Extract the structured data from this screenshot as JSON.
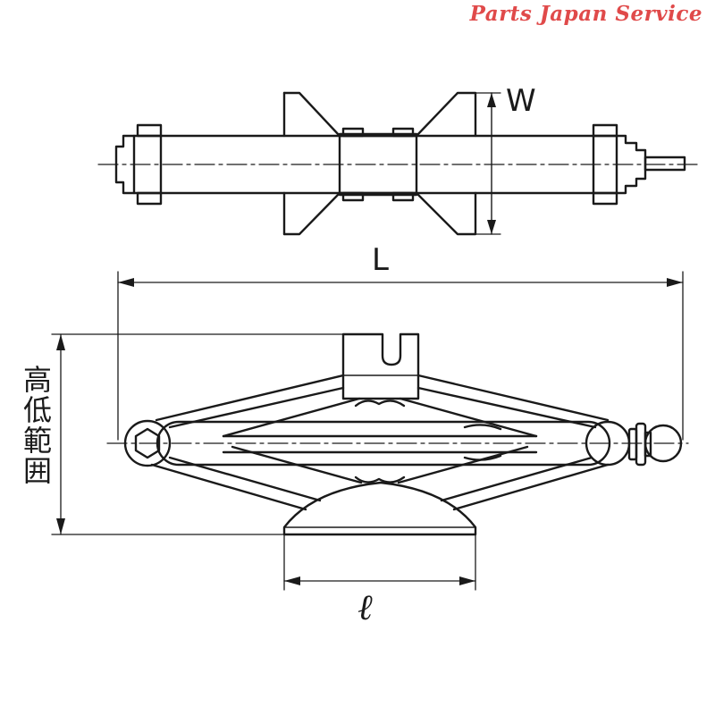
{
  "brand": {
    "watermark": "Parts Japan Service",
    "color": "#e04a4a"
  },
  "dimensions": {
    "width_label": "W",
    "length_label": "L",
    "base_label": "ℓ",
    "height_range_label": "高低範囲"
  },
  "colors": {
    "line": "#1a1a1a",
    "background": "#ffffff"
  }
}
